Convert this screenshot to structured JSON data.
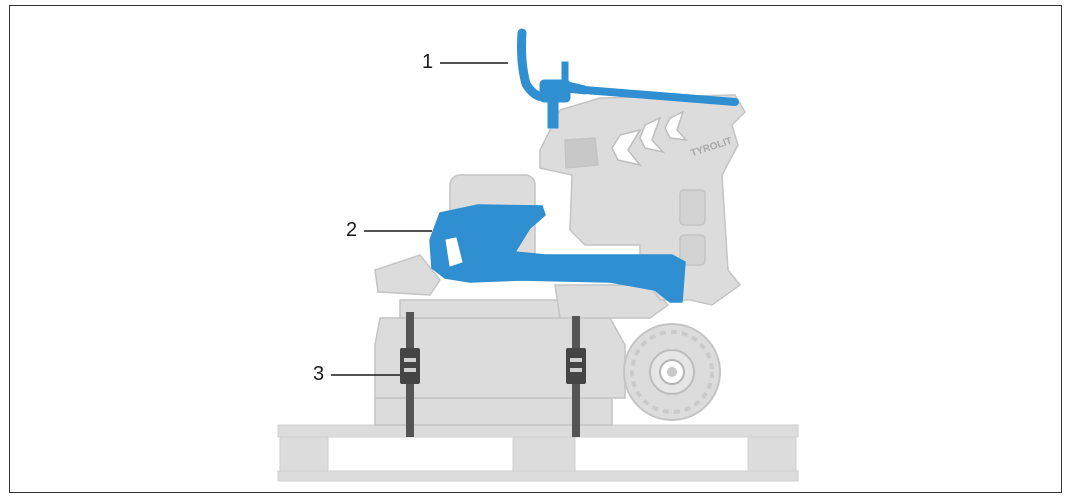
{
  "colors": {
    "highlight": "#2f8fd0",
    "machine_body": "#d9d9d9",
    "machine_outline": "#bfbfbf",
    "pallet": "#dcdcdc",
    "strap": "#555555",
    "leader_line": "#1a1a1a"
  },
  "callouts": [
    {
      "label": "1"
    },
    {
      "label": "2"
    },
    {
      "label": "3"
    }
  ],
  "machine": {
    "brand_marking": "TYROLIT"
  }
}
